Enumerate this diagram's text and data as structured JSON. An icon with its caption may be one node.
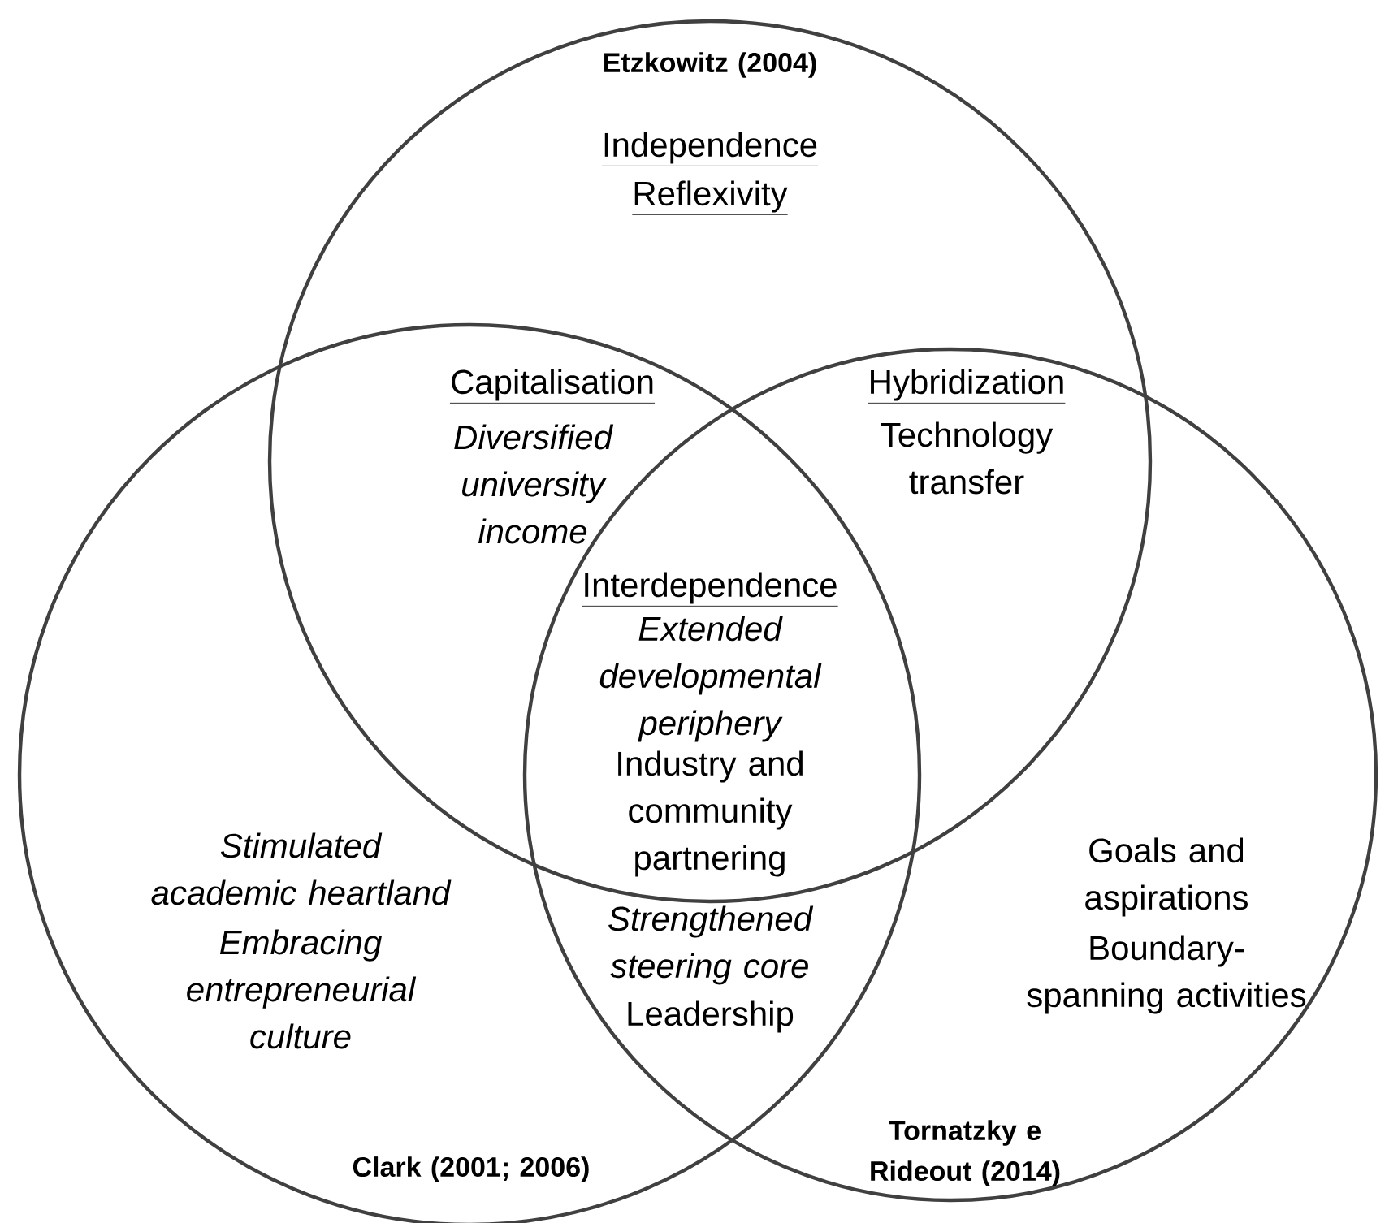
{
  "diagram": {
    "nodes": [
      {
        "text": [
          "Etzkowitz (2004)",
          "Independence",
          "Reflexivity"
        ]
      },
      {
        "text": [
          "Stimulated academic heartland",
          "Embracing entrepreneurial culture",
          "Clark (2001; 2006)"
        ]
      },
      {
        "text": [
          "Goals and aspirations",
          "Boundary-spanning activities",
          "Tornatzky e Rideout (2014)"
        ]
      }
    ],
    "edges": [],
    "labels": [
      "Capitalisation",
      "Diversified university income",
      "Hybridization",
      "Technology transfer",
      "Interdependence",
      "Extended developmental periphery",
      "Industry and community partnering",
      "Strengthened steering core",
      "Leadership"
    ]
  }
}
